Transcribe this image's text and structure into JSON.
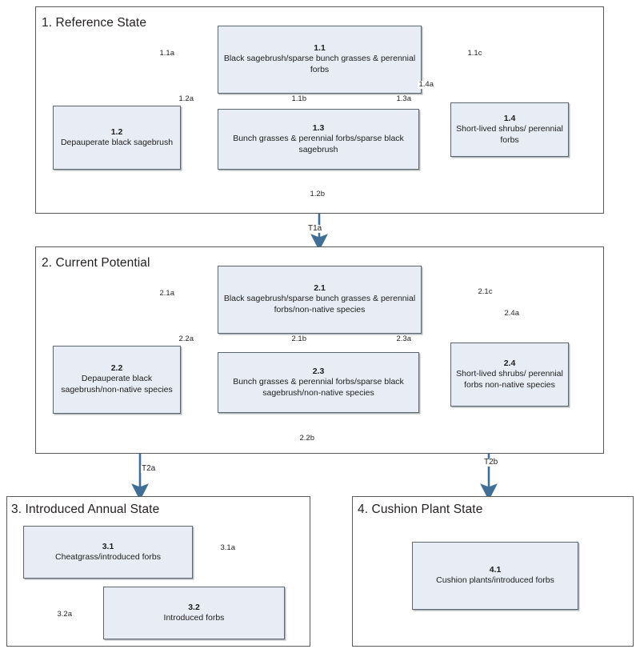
{
  "diagram": {
    "title": "Ecological state and transition diagram",
    "colors": {
      "node_fill": "#e7ecf5",
      "node_border": "#5c6670",
      "frame_border": "#5a5a5a",
      "connector": "#7f93ad",
      "transition_arrow": "#3f6f96",
      "background": "#ffffff",
      "text": "#231f20"
    }
  },
  "states": [
    {
      "id": "state-1",
      "title": "1. Reference State",
      "nodes": [
        {
          "id": "1.1",
          "label": "Black sagebrush/sparse bunch grasses & perennial forbs"
        },
        {
          "id": "1.2",
          "label": "Depauperate black sagebrush"
        },
        {
          "id": "1.3",
          "label": "Bunch grasses & perennial forbs/sparse black sagebrush"
        },
        {
          "id": "1.4",
          "label": "Short-lived shrubs/ perennial forbs"
        }
      ],
      "pathways": [
        {
          "id": "1.1a",
          "from": "1.1",
          "to": "1.2"
        },
        {
          "id": "1.2a",
          "from": "1.2",
          "to": "1.1"
        },
        {
          "id": "1.1b",
          "from": "1.1",
          "to": "1.3"
        },
        {
          "id": "1.3a",
          "from": "1.3",
          "to": "1.1"
        },
        {
          "id": "1.1c",
          "from": "1.1",
          "to": "1.4"
        },
        {
          "id": "1.4a",
          "from": "1.4",
          "to": "1.1"
        },
        {
          "id": "1.2b",
          "from": "1.2",
          "to": "1.4"
        }
      ]
    },
    {
      "id": "state-2",
      "title": "2. Current Potential",
      "nodes": [
        {
          "id": "2.1",
          "label": "Black sagebrush/sparse bunch grasses & perennial forbs/non-native species"
        },
        {
          "id": "2.2",
          "label": "Depauperate black sagebrush/non-native species"
        },
        {
          "id": "2.3",
          "label": "Bunch grasses & perennial forbs/sparse black sagebrush/non-native species"
        },
        {
          "id": "2.4",
          "label": "Short-lived shrubs/ perennial forbs non-native species"
        }
      ],
      "pathways": [
        {
          "id": "2.1a",
          "from": "2.1",
          "to": "2.2"
        },
        {
          "id": "2.2a",
          "from": "2.2",
          "to": "2.1"
        },
        {
          "id": "2.1b",
          "from": "2.1",
          "to": "2.3"
        },
        {
          "id": "2.3a",
          "from": "2.3",
          "to": "2.1"
        },
        {
          "id": "2.1c",
          "from": "2.1",
          "to": "2.4"
        },
        {
          "id": "2.4a",
          "from": "2.4",
          "to": "2.1"
        },
        {
          "id": "2.2b",
          "from": "2.2",
          "to": "2.4"
        }
      ]
    },
    {
      "id": "state-3",
      "title": "3. Introduced Annual State",
      "nodes": [
        {
          "id": "3.1",
          "label": "Cheatgrass/introduced forbs"
        },
        {
          "id": "3.2",
          "label": "Introduced forbs"
        }
      ],
      "pathways": [
        {
          "id": "3.1a",
          "from": "3.1",
          "to": "3.2"
        },
        {
          "id": "3.2a",
          "from": "3.2",
          "to": "3.1"
        }
      ]
    },
    {
      "id": "state-4",
      "title": "4. Cushion Plant State",
      "nodes": [
        {
          "id": "4.1",
          "label": "Cushion plants/introduced forbs"
        }
      ],
      "pathways": []
    }
  ],
  "transitions": [
    {
      "id": "T1a",
      "from": "state-1",
      "to": "state-2"
    },
    {
      "id": "T2a",
      "from": "state-2",
      "to": "state-3"
    },
    {
      "id": "T2b",
      "from": "state-2",
      "to": "state-4"
    }
  ]
}
